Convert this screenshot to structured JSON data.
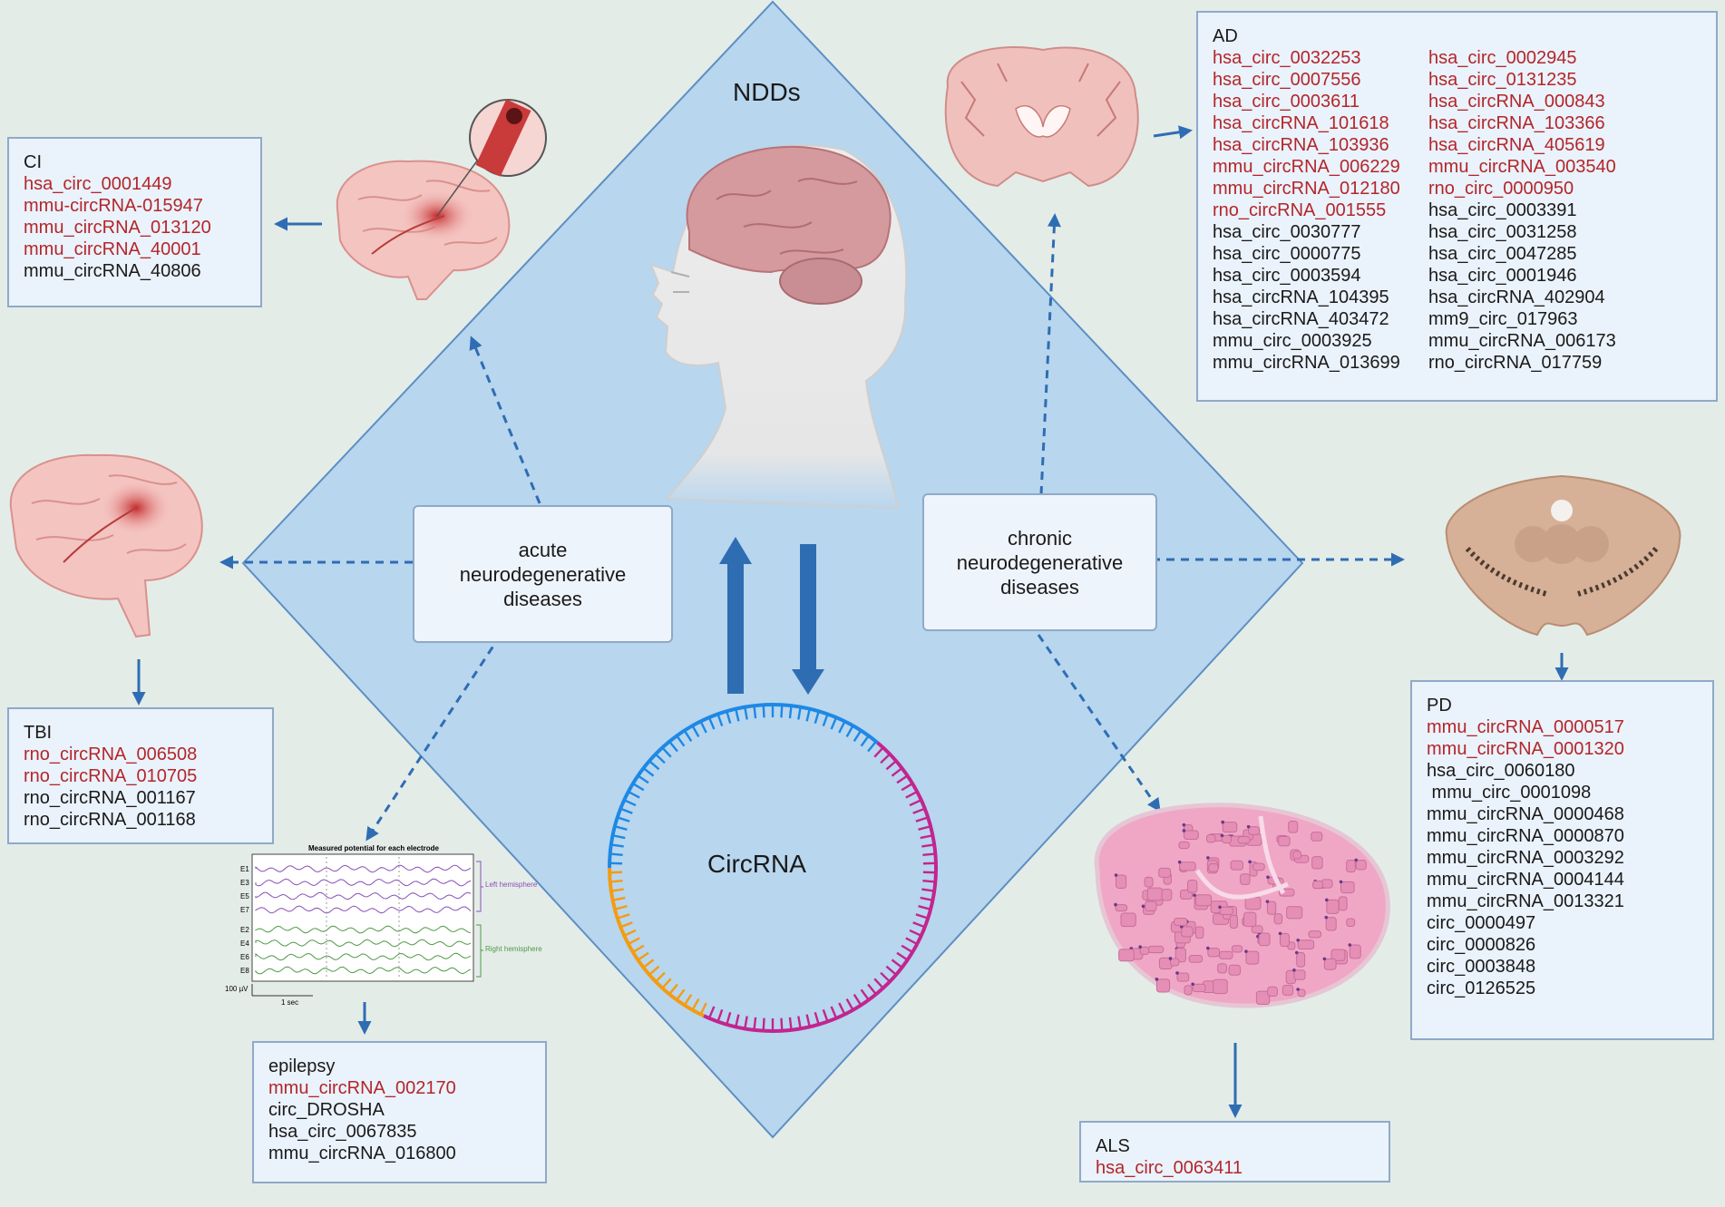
{
  "title": "NDDs",
  "center_label": "CircRNA",
  "acute_label": "acute\nneurodegenerative\ndiseases",
  "chronic_label": "chronic\nneurodegenerative\ndiseases",
  "colors": {
    "red": "#b3262a",
    "diamond": "#b8d6ee",
    "arrow": "#2f6db3"
  },
  "eeg": {
    "title": "Measured potential for each electrode",
    "left_channels": [
      "E1",
      "E3",
      "E5",
      "E7"
    ],
    "right_channels": [
      "E2",
      "E4",
      "E6",
      "E8"
    ],
    "left_label": "Left hemisphere",
    "right_label": "Right hemisphere",
    "scale_v": "100 µV",
    "scale_t": "1 sec"
  },
  "boxes": {
    "ci": {
      "title": "CI",
      "items": [
        {
          "text": "hsa_circ_0001449",
          "red": true
        },
        {
          "text": "mmu-circRNA-015947",
          "red": true
        },
        {
          "text": "mmu_circRNA_013120",
          "red": true
        },
        {
          "text": "mmu_circRNA_40001",
          "red": true
        },
        {
          "text": "mmu_circRNA_40806",
          "red": false
        }
      ]
    },
    "tbi": {
      "title": "TBI",
      "items": [
        {
          "text": "rno_circRNA_006508",
          "red": true
        },
        {
          "text": "rno_circRNA_010705",
          "red": true
        },
        {
          "text": "rno_circRNA_001167",
          "red": false
        },
        {
          "text": "rno_circRNA_001168",
          "red": false
        }
      ]
    },
    "epilepsy": {
      "title": "epilepsy",
      "items": [
        {
          "text": "mmu_circRNA_002170",
          "red": true
        },
        {
          "text": "circ_DROSHA",
          "red": false
        },
        {
          "text": "hsa_circ_0067835",
          "red": false
        },
        {
          "text": "mmu_circRNA_016800",
          "red": false
        }
      ]
    },
    "als": {
      "title": "ALS",
      "items": [
        {
          "text": "hsa_circ_0063411",
          "red": true
        }
      ]
    },
    "pd": {
      "title": "PD",
      "items": [
        {
          "text": "mmu_circRNA_0000517",
          "red": true
        },
        {
          "text": "mmu_circRNA_0001320",
          "red": true
        },
        {
          "text": "hsa_circ_0060180",
          "red": false
        },
        {
          "text": " mmu_circ_0001098",
          "red": false
        },
        {
          "text": "mmu_circRNA_0000468",
          "red": false
        },
        {
          "text": "mmu_circRNA_0000870",
          "red": false
        },
        {
          "text": "mmu_circRNA_0003292",
          "red": false
        },
        {
          "text": "mmu_circRNA_0004144",
          "red": false
        },
        {
          "text": "mmu_circRNA_0013321",
          "red": false
        },
        {
          "text": "circ_0000497",
          "red": false
        },
        {
          "text": "circ_0000826",
          "red": false
        },
        {
          "text": "circ_0003848",
          "red": false
        },
        {
          "text": "circ_0126525",
          "red": false
        }
      ]
    },
    "ad": {
      "title": "AD",
      "col1": [
        {
          "text": "hsa_circ_0032253",
          "red": true
        },
        {
          "text": "hsa_circ_0007556",
          "red": true
        },
        {
          "text": "hsa_circ_0003611",
          "red": true
        },
        {
          "text": "hsa_circRNA_101618",
          "red": true
        },
        {
          "text": "hsa_circRNA_103936",
          "red": true
        },
        {
          "text": "mmu_circRNA_006229",
          "red": true
        },
        {
          "text": "mmu_circRNA_012180",
          "red": true
        },
        {
          "text": "rno_circRNA_001555",
          "red": true
        },
        {
          "text": "hsa_circ_0030777",
          "red": false
        },
        {
          "text": "hsa_circ_0000775",
          "red": false
        },
        {
          "text": "hsa_circ_0003594",
          "red": false
        },
        {
          "text": "hsa_circRNA_104395",
          "red": false
        },
        {
          "text": "hsa_circRNA_403472",
          "red": false
        },
        {
          "text": "mmu_circ_0003925",
          "red": false
        },
        {
          "text": "mmu_circRNA_013699",
          "red": false
        }
      ],
      "col2": [
        {
          "text": "hsa_circ_0002945",
          "red": true
        },
        {
          "text": "hsa_circ_0131235",
          "red": true
        },
        {
          "text": "hsa_circRNA_000843",
          "red": true
        },
        {
          "text": "hsa_circRNA_103366",
          "red": true
        },
        {
          "text": "hsa_circRNA_405619",
          "red": true
        },
        {
          "text": "mmu_circRNA_003540",
          "red": true
        },
        {
          "text": "rno_circ_0000950",
          "red": true
        },
        {
          "text": "hsa_circ_0003391",
          "red": false
        },
        {
          "text": "hsa_circ_0031258",
          "red": false
        },
        {
          "text": "hsa_circ_0047285",
          "red": false
        },
        {
          "text": "hsa_circ_0001946",
          "red": false
        },
        {
          "text": "hsa_circRNA_402904",
          "red": false
        },
        {
          "text": "mm9_circ_017963",
          "red": false
        },
        {
          "text": "mmu_circRNA_006173",
          "red": false
        },
        {
          "text": "rno_circRNA_017759",
          "red": false
        }
      ]
    }
  }
}
